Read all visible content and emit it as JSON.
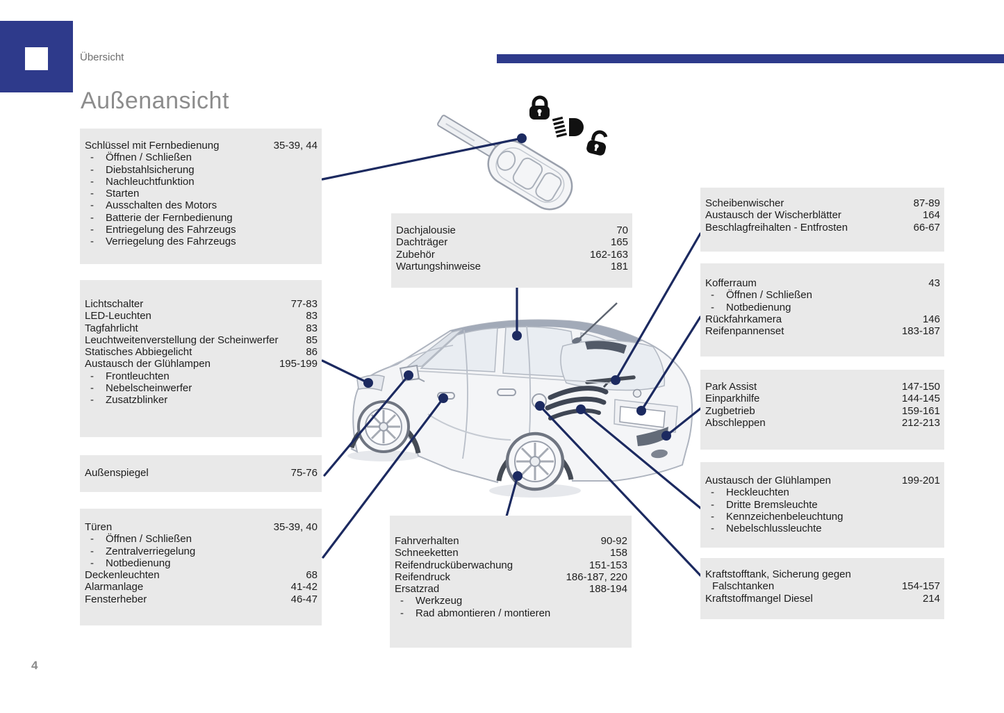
{
  "page": {
    "header": "Übersicht",
    "title": "Außenansicht",
    "page_number": "4"
  },
  "colors": {
    "accent_navy": "#2e3a8b",
    "callout_navy": "#1c2a60",
    "box_background": "#e9e9e9",
    "title_gray": "#8c8c8c"
  },
  "icons": {
    "lock_closed_icon": "closed padlock",
    "headlight_beam_icon": "headlight with beams",
    "lock_open_icon": "open padlock",
    "car_illustration": "hatchback rear three-quarter view",
    "key_fob_illustration": "flip key with remote control"
  },
  "boxes": [
    {
      "id": "schluessel",
      "items": [
        {
          "label": "Schlüssel mit Fernbedienung",
          "pages": "35-39, 44"
        },
        {
          "label": "Öffnen / Schließen",
          "sub": true
        },
        {
          "label": "Diebstahlsicherung",
          "sub": true
        },
        {
          "label": "Nachleuchtfunktion",
          "sub": true
        },
        {
          "label": "Starten",
          "sub": true
        },
        {
          "label": "Ausschalten des Motors",
          "sub": true
        },
        {
          "label": "Batterie der Fernbedienung",
          "sub": true
        },
        {
          "label": "Entriegelung des Fahrzeugs",
          "sub": true
        },
        {
          "label": "Verriegelung des Fahrzeugs",
          "sub": true
        }
      ]
    },
    {
      "id": "lichtschalter",
      "items": [
        {
          "label": "Lichtschalter",
          "pages": "77-83"
        },
        {
          "label": "LED-Leuchten",
          "pages": "83"
        },
        {
          "label": "Tagfahrlicht",
          "pages": "83"
        },
        {
          "label": "Leuchtweitenverstellung der Scheinwerfer",
          "pages": "85"
        },
        {
          "label": "Statisches Abbiegelicht",
          "pages": "86"
        },
        {
          "label": "Austausch der Glühlampen",
          "pages": "195-199"
        },
        {
          "label": "Frontleuchten",
          "sub": true
        },
        {
          "label": "Nebelscheinwerfer",
          "sub": true
        },
        {
          "label": "Zusatzblinker",
          "sub": true
        }
      ]
    },
    {
      "id": "aussenspiegel",
      "items": [
        {
          "label": "Außenspiegel",
          "pages": "75-76"
        }
      ]
    },
    {
      "id": "tueren",
      "items": [
        {
          "label": "Türen",
          "pages": "35-39, 40"
        },
        {
          "label": "Öffnen / Schließen",
          "sub": true
        },
        {
          "label": "Zentralverriegelung",
          "sub": true
        },
        {
          "label": "Notbedienung",
          "sub": true
        },
        {
          "label": "Deckenleuchten",
          "pages": "68"
        },
        {
          "label": "Alarmanlage",
          "pages": "41-42"
        },
        {
          "label": "Fensterheber",
          "pages": "46-47"
        }
      ]
    },
    {
      "id": "dach",
      "items": [
        {
          "label": "Dachjalousie",
          "pages": "70"
        },
        {
          "label": "Dachträger",
          "pages": "165"
        },
        {
          "label": "Zubehör",
          "pages": "162-163"
        },
        {
          "label": "Wartungshinweise",
          "pages": "181"
        }
      ]
    },
    {
      "id": "fahrverhalten",
      "items": [
        {
          "label": "Fahrverhalten",
          "pages": "90-92"
        },
        {
          "label": "Schneeketten",
          "pages": "158"
        },
        {
          "label": "Reifendrucküberwachung",
          "pages": "151-153"
        },
        {
          "label": "Reifendruck",
          "pages": "186-187, 220"
        },
        {
          "label": "Ersatzrad",
          "pages": "188-194"
        },
        {
          "label": "Werkzeug",
          "sub": true
        },
        {
          "label": "Rad abmontieren / montieren",
          "sub": true
        }
      ]
    },
    {
      "id": "scheibenwischer",
      "items": [
        {
          "label": "Scheibenwischer",
          "pages": "87-89"
        },
        {
          "label": "Austausch der Wischerblätter",
          "pages": "164"
        },
        {
          "label": "Beschlagfreihalten - Entfrosten",
          "pages": "66-67"
        }
      ]
    },
    {
      "id": "kofferraum",
      "items": [
        {
          "label": "Kofferraum",
          "pages": "43"
        },
        {
          "label": "Öffnen / Schließen",
          "sub": true
        },
        {
          "label": "Notbedienung",
          "sub": true
        },
        {
          "label": "Rückfahrkamera",
          "pages": "146"
        },
        {
          "label": "Reifenpannenset",
          "pages": "183-187"
        }
      ]
    },
    {
      "id": "parkassist",
      "items": [
        {
          "label": "Park Assist",
          "pages": "147-150"
        },
        {
          "label": "Einparkhilfe",
          "pages": "144-145"
        },
        {
          "label": "Zugbetrieb",
          "pages": "159-161"
        },
        {
          "label": "Abschleppen",
          "pages": "212-213"
        }
      ]
    },
    {
      "id": "gluehlampen",
      "items": [
        {
          "label": "Austausch der Glühlampen",
          "pages": "199-201"
        },
        {
          "label": "Heckleuchten",
          "sub": true
        },
        {
          "label": "Dritte Bremsleuchte",
          "sub": true
        },
        {
          "label": "Kennzeichenbeleuchtung",
          "sub": true
        },
        {
          "label": "Nebelschlussleuchte",
          "sub": true
        }
      ]
    },
    {
      "id": "kraftstoff",
      "items": [
        {
          "label": "Kraftstofftank, Sicherung gegen"
        },
        {
          "label": "Falschtanken",
          "pages": "154-157",
          "cont": true
        },
        {
          "label": "Kraftstoffmangel Diesel",
          "pages": "214"
        }
      ]
    }
  ]
}
